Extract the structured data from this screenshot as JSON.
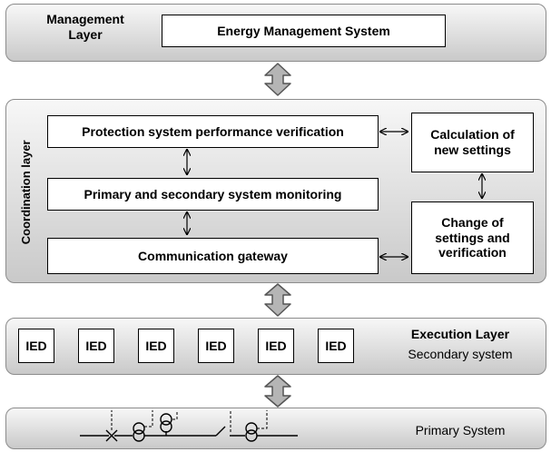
{
  "management": {
    "layer_label": "Management\nLayer",
    "system": "Energy Management System"
  },
  "coordination": {
    "layer_label": "Coordination layer",
    "boxes": {
      "verification": "Protection system performance verification",
      "monitoring": "Primary and secondary system monitoring",
      "gateway": "Communication gateway",
      "calculation": "Calculation of\nnew settings",
      "change": "Change of\nsettings and\nverification"
    }
  },
  "execution": {
    "title": "Execution Layer",
    "subtitle": "Secondary system",
    "ieds": [
      "IED",
      "IED",
      "IED",
      "IED",
      "IED",
      "IED"
    ]
  },
  "primary": {
    "label": "Primary System"
  },
  "colors": {
    "layer_border": "#8c8c8c",
    "arrow_fill": "#b5b5b5",
    "arrow_stroke": "#555555"
  }
}
